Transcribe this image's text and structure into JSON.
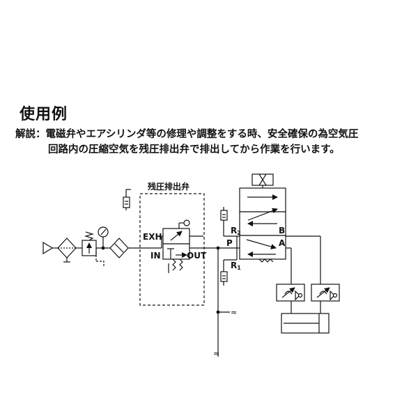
{
  "heading": "使用例",
  "description": {
    "line1": "解説：電磁弁やエアシリンダ等の修理や調整をする時、安全確保の為空気圧",
    "line2": "回路内の圧縮空気を残圧排出弁で排出してから作業を行います。"
  },
  "diagram": {
    "residual_valve_title": "残圧排出弁",
    "port_exh": "EXH",
    "port_in": "IN",
    "port_out": "OUT",
    "port_r2": "R",
    "port_r2_sub": "2",
    "port_r1": "R",
    "port_r1_sub": "1",
    "port_p": "P",
    "port_a": "A",
    "port_b": "B",
    "leak_mark": "≈"
  }
}
